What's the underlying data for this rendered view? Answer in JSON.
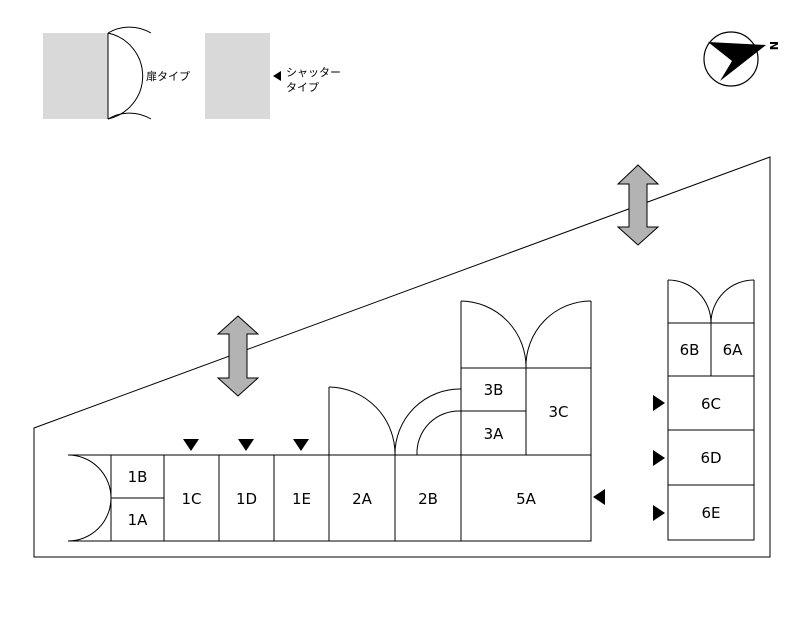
{
  "legend": {
    "door_type": "扉タイプ",
    "shutter_type_line1": "シャッター",
    "shutter_type_line2": "タイプ"
  },
  "compass": {
    "north_label": "N"
  },
  "units": {
    "u1A": "1A",
    "u1B": "1B",
    "u1C": "1C",
    "u1D": "1D",
    "u1E": "1E",
    "u2A": "2A",
    "u2B": "2B",
    "u3A": "3A",
    "u3B": "3B",
    "u3C": "3C",
    "u5A": "5A",
    "u6A": "6A",
    "u6B": "6B",
    "u6C": "6C",
    "u6D": "6D",
    "u6E": "6E"
  },
  "colors": {
    "line": "#000000",
    "legend_fill": "#d9d9d9",
    "arrow_fill": "#b3b3b3"
  }
}
